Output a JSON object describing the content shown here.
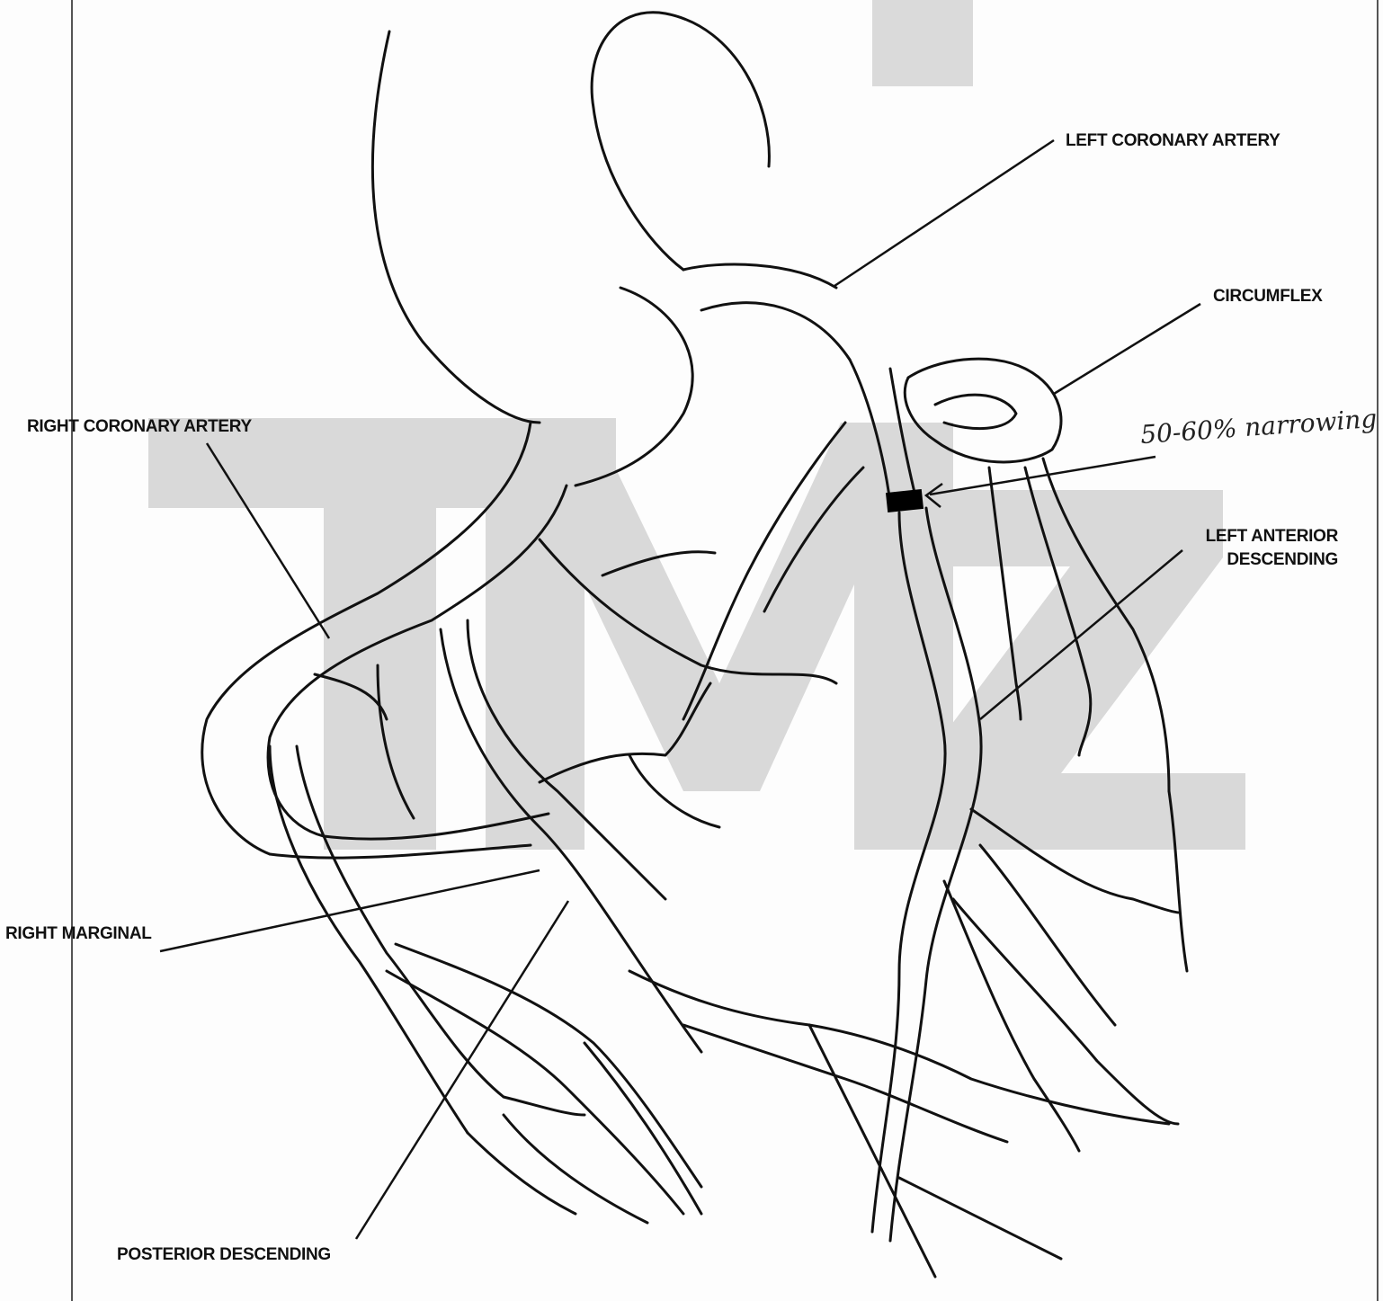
{
  "labels": {
    "left_coronary_artery": "LEFT CORONARY ARTERY",
    "circumflex": "CIRCUMFLEX",
    "right_coronary_artery": "RIGHT CORONARY ARTERY",
    "left_anterior_descending_line1": "LEFT ANTERIOR",
    "left_anterior_descending_line2": "DESCENDING",
    "right_marginal": "RIGHT MARGINAL",
    "posterior_descending": "POSTERIOR DESCENDING"
  },
  "handwritten_note": "50-60% narrowing",
  "watermark": "TMZ",
  "colors": {
    "line": "#111111",
    "watermark": "#d9d9d9",
    "stenosis": "#000000"
  }
}
